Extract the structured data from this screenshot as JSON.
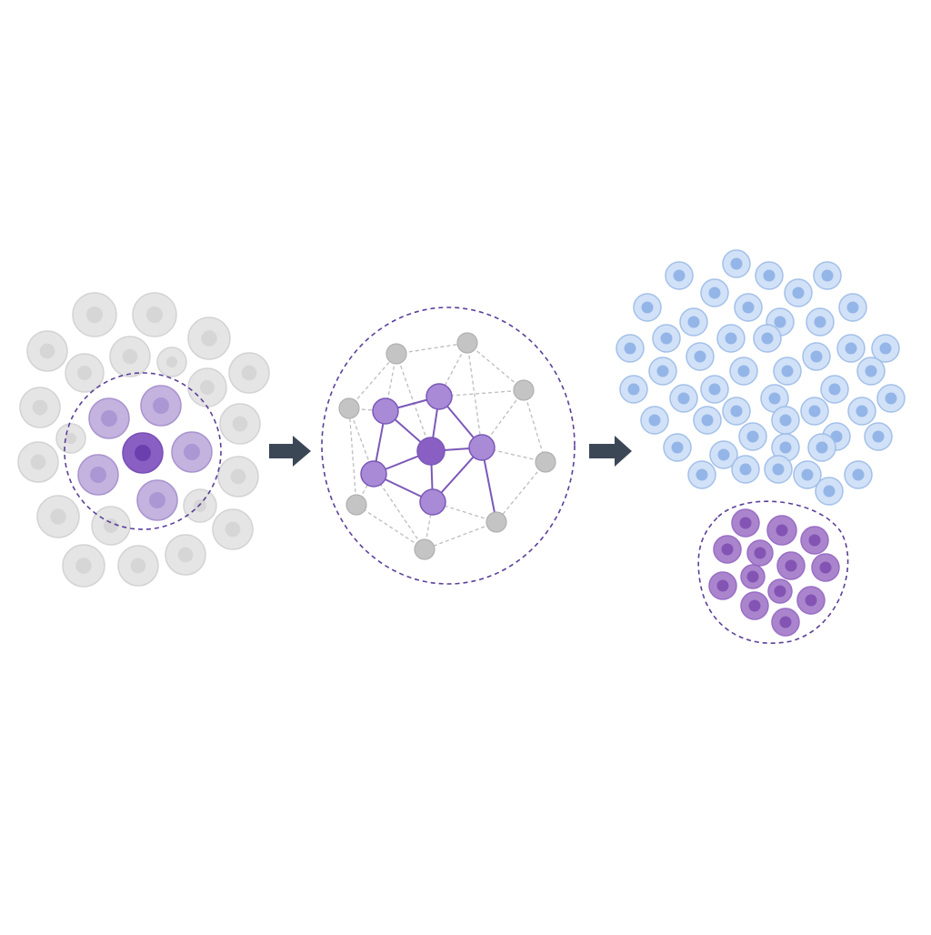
{
  "colors": {
    "background": "#ffffff",
    "grey_cell_fill": "#e3e3e3",
    "grey_cell_stroke": "#cfcfcf",
    "grey_nucleus": "#d2d2d2",
    "purple_cell_fill": "#b9a6d9",
    "purple_cell_stroke": "#9b82c7",
    "purple_nucleus": "#9c86cc",
    "purple_dark": "#8a5fc4",
    "network_edge_purple": "#7b58b8",
    "network_edge_grey": "#bdbdbd",
    "grey_node": "#c4c4c4",
    "dashed_boundary": "#5b3f9a",
    "arrow": "#3c4756",
    "blue_cell_fill": "#cfe0f7",
    "blue_cell_stroke": "#9fbde8",
    "blue_nucleus": "#8fb2e6",
    "violet_cell_fill": "#a67fcb",
    "violet_nucleus": "#7d4bb0"
  },
  "icons": [
    "right-arrow-icon",
    "right-arrow-icon"
  ],
  "stages": [
    {
      "name": "cell-neighborhood",
      "description_shown": false
    },
    {
      "name": "cell-interaction-network",
      "description_shown": false
    },
    {
      "name": "population-split",
      "description_shown": false
    }
  ]
}
